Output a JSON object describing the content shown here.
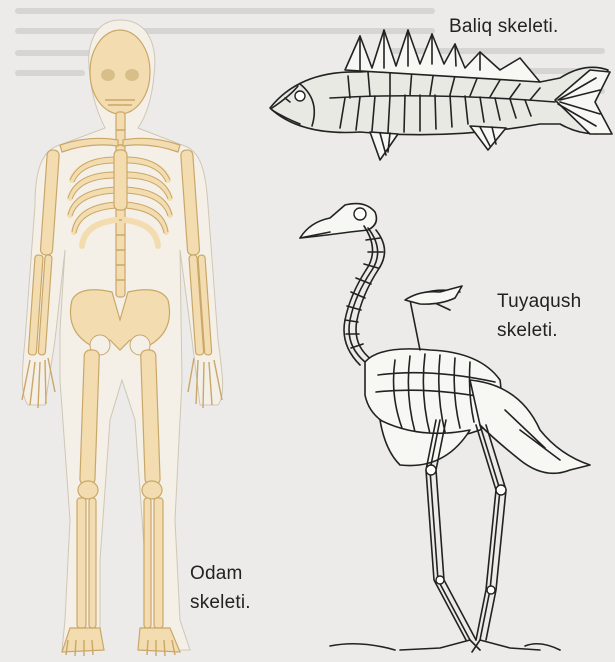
{
  "captions": {
    "fish": {
      "lines": [
        "Baliq skeleti."
      ]
    },
    "ostrich": {
      "lines": [
        "Tuyaqush",
        "skeleti."
      ]
    },
    "human": {
      "lines": [
        "Odam",
        "skeleti."
      ]
    }
  },
  "colors": {
    "background": "#ecebea",
    "human_bone": "#f3ddb0",
    "human_outline": "#c9a768",
    "ink": "#222222"
  }
}
